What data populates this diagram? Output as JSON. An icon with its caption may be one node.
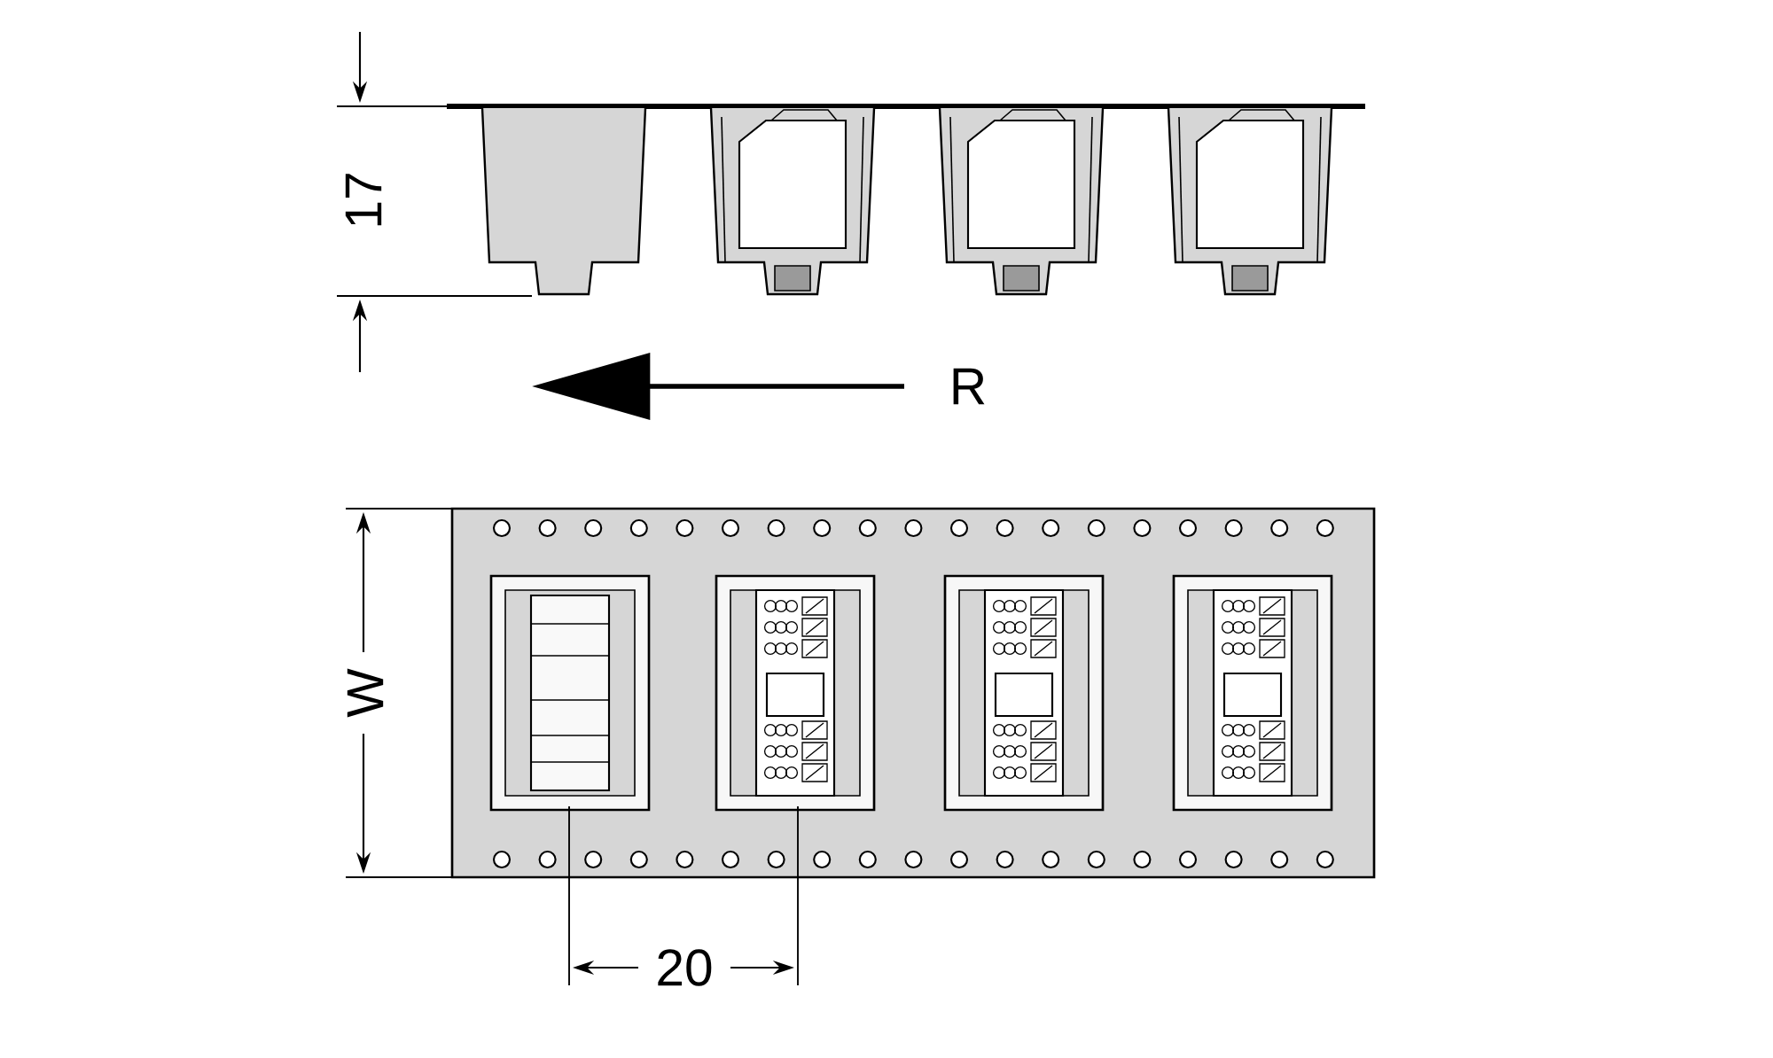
{
  "diagram": {
    "labels": [
      "17",
      "R",
      "W",
      "20"
    ]
  }
}
